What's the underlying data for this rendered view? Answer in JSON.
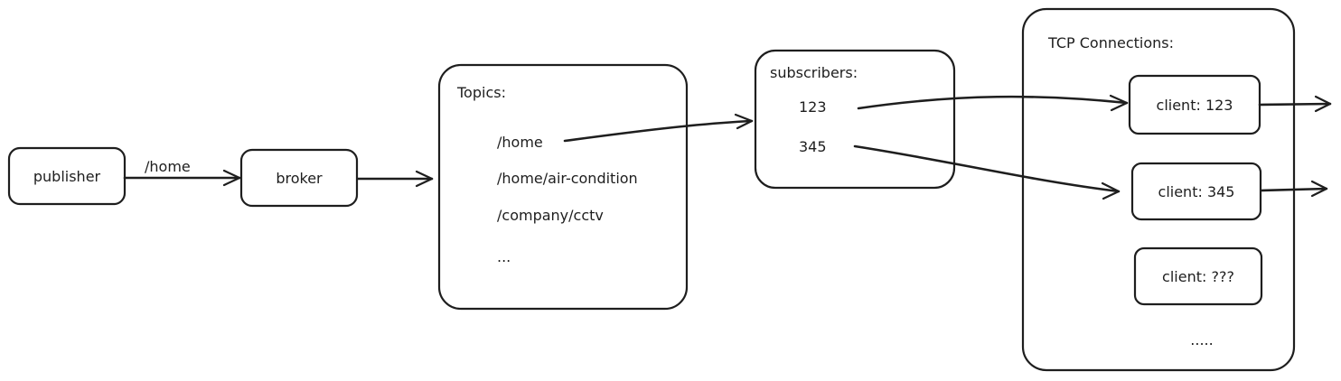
{
  "nodes": {
    "publisher": "publisher",
    "broker": "broker",
    "topics": {
      "title": "Topics:",
      "items": [
        "/home",
        "/home/air-condition",
        "/company/cctv",
        "..."
      ]
    },
    "subscribers": {
      "title": "subscribers:",
      "items": [
        "123",
        "345"
      ]
    },
    "tcp": {
      "title": "TCP Connections:",
      "clients": [
        "client: 123",
        "client: 345",
        "client: ???"
      ],
      "more": "....."
    }
  },
  "edges": {
    "publisher_to_broker_label": "/home"
  },
  "colors": {
    "stroke": "#1e1e1e",
    "background": "#ffffff"
  }
}
